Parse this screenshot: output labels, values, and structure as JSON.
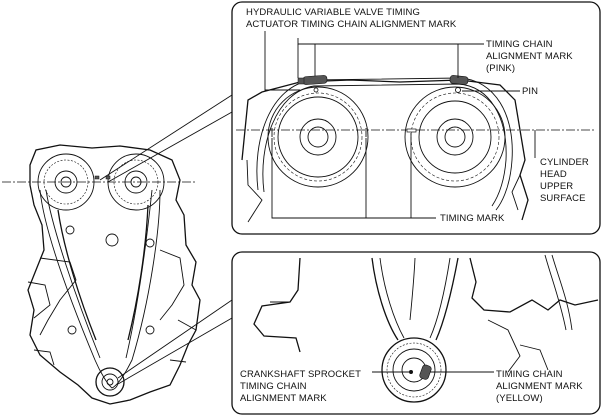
{
  "labels": {
    "hydraulic_line1": "HYDRAULIC VARIABLE VALVE TIMING",
    "hydraulic_line2": "ACTUATOR TIMING CHAIN ALIGNMENT MARK",
    "pink_line1": "TIMING CHAIN",
    "pink_line2": "ALIGNMENT MARK",
    "pink_line3": "(PINK)",
    "pin": "PIN",
    "cyl_line1": "CYLINDER",
    "cyl_line2": "HEAD",
    "cyl_line3": "UPPER",
    "cyl_line4": "SURFACE",
    "timing_mark": "TIMING MARK",
    "crank_line1": "CRANKSHAFT SPROCKET",
    "crank_line2": "TIMING CHAIN",
    "crank_line3": "ALIGNMENT MARK",
    "yellow_line1": "TIMING CHAIN",
    "yellow_line2": "ALIGNMENT MARK",
    "yellow_line3": "(YELLOW)"
  },
  "colors": {
    "ink": "#111111",
    "mark_fill": "#555555",
    "background": "#ffffff"
  }
}
